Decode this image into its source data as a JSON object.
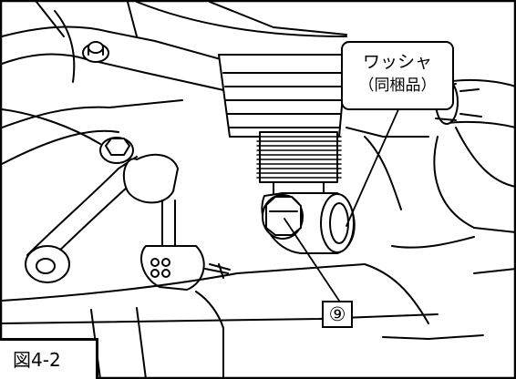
{
  "figure": {
    "label": "図4-2"
  },
  "callouts": {
    "washer_line1": "ワッシャ",
    "washer_line2": "（同梱品）",
    "part_number": "⑨"
  }
}
